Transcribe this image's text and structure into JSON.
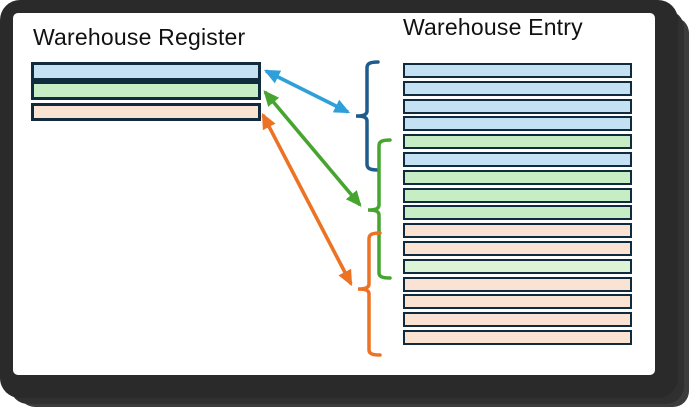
{
  "diagram": {
    "register": {
      "title": "Warehouse Register",
      "rows": [
        "blue",
        "green",
        "peach"
      ]
    },
    "entry": {
      "title": "Warehouse Entry",
      "rows": [
        "blue",
        "blue",
        "blue",
        "blue",
        "green",
        "blue",
        "green",
        "green",
        "green",
        "peach",
        "peach",
        "green_light",
        "peach",
        "peach",
        "peach",
        "peach"
      ]
    }
  },
  "colors": {
    "vars": {
      "frame": "#2a2a2a",
      "shadow-1": "#303030",
      "shadow-2": "#3c3c3c",
      "canvas": "#ffffff",
      "bar-border": "#0f2b3d"
    },
    "fills": {
      "blue": "#c3e1f2",
      "green": "#c7edc5",
      "green_light": "#dcf3d6",
      "peach": "#fbe3d3"
    },
    "connectors": {
      "blue": {
        "arrow": "#2e9fd9",
        "brace": "#1f5c8b"
      },
      "green": {
        "arrow": "#46a52e",
        "brace": "#46a52e"
      },
      "orange": {
        "arrow": "#ec7323",
        "brace": "#ec7323"
      }
    }
  }
}
